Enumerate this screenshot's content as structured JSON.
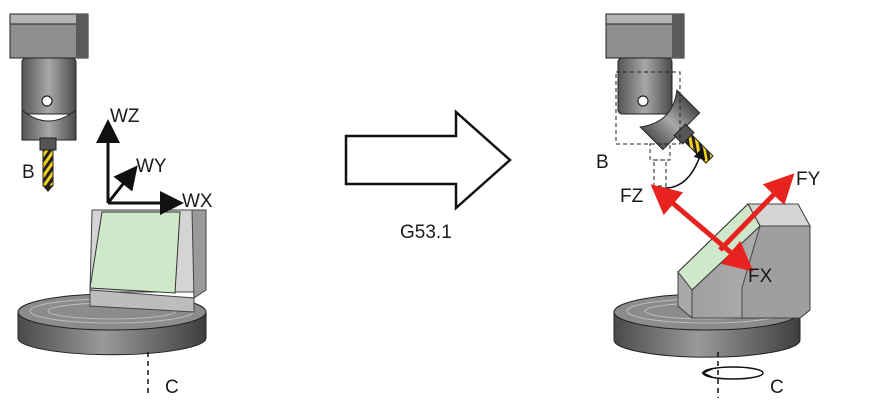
{
  "left": {
    "axis_labels": {
      "wz": "WZ",
      "wy": "WY",
      "wx": "WX"
    },
    "head_label": "B",
    "table_label": "C"
  },
  "transition": {
    "command": "G53.1"
  },
  "right": {
    "axis_labels": {
      "fy": "FY",
      "fx": "FX",
      "fz": "FZ"
    },
    "head_label": "B",
    "table_label": "C"
  },
  "colors": {
    "green_face": "#cfe8c9",
    "red_arrow": "#e8231f",
    "machine_dark": "#3c3c3c",
    "machine_mid": "#8a8a8a",
    "workpiece": "#c6c6c6",
    "tool_yellow": "#f3d11c"
  },
  "icons": [
    "machine-head-icon",
    "rotary-table-icon",
    "workpiece-icon",
    "arrow-right-icon"
  ]
}
